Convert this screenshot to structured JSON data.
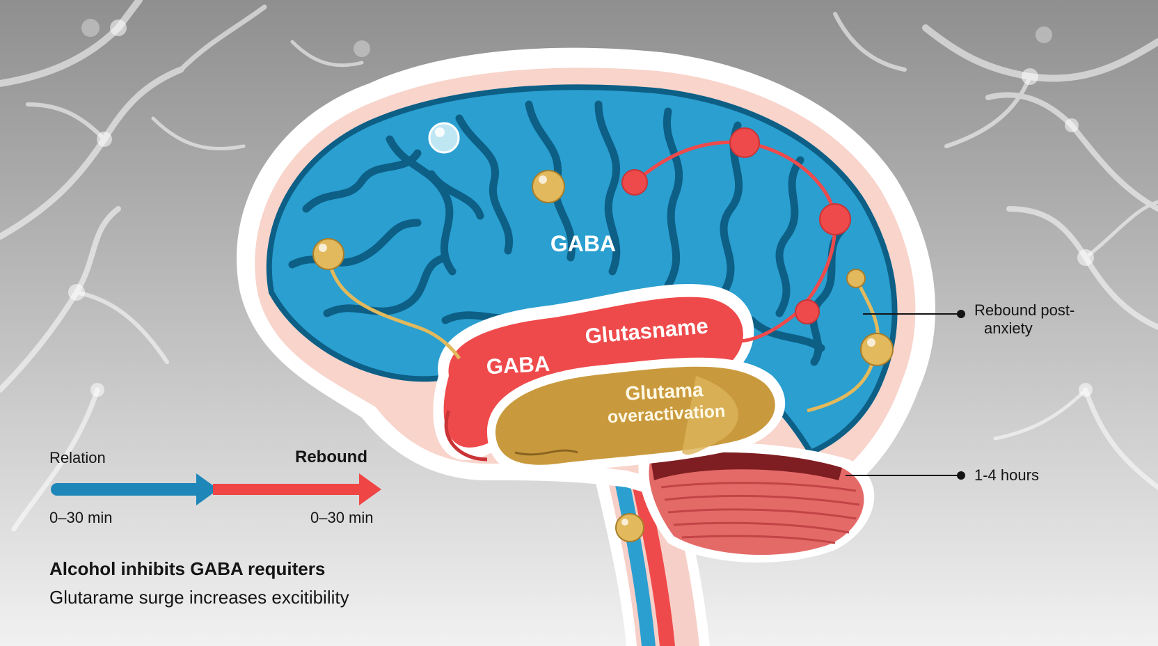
{
  "brain_labels": {
    "cortex_gaba": "GABA",
    "band_gaba": "GABA",
    "band_glutamate": "Glutasname",
    "limbic_line1": "Glutama",
    "limbic_line2": "overactivation"
  },
  "callouts": {
    "rebound_line1": "Rebound post-",
    "rebound_line2": "anxiety",
    "hours": "1-4 hours"
  },
  "timeline": {
    "start_label": "Relation",
    "end_label": "Rebound",
    "start_time": "0–30 min",
    "end_time": "0–30 min"
  },
  "notes": {
    "line1": "Alcohol inhibits GABA requiters",
    "line2": "Glutarame surge increases excitibility"
  },
  "colors": {
    "cortex_blue": "#2a9fd0",
    "sulcus_dark": "#0d5f86",
    "glutamate_red": "#ef4a4b",
    "limbic_gold": "#c99a3d",
    "node_gold": "#e2b95c",
    "timeline_blue": "#1e86b8",
    "timeline_red": "#ef4545"
  }
}
